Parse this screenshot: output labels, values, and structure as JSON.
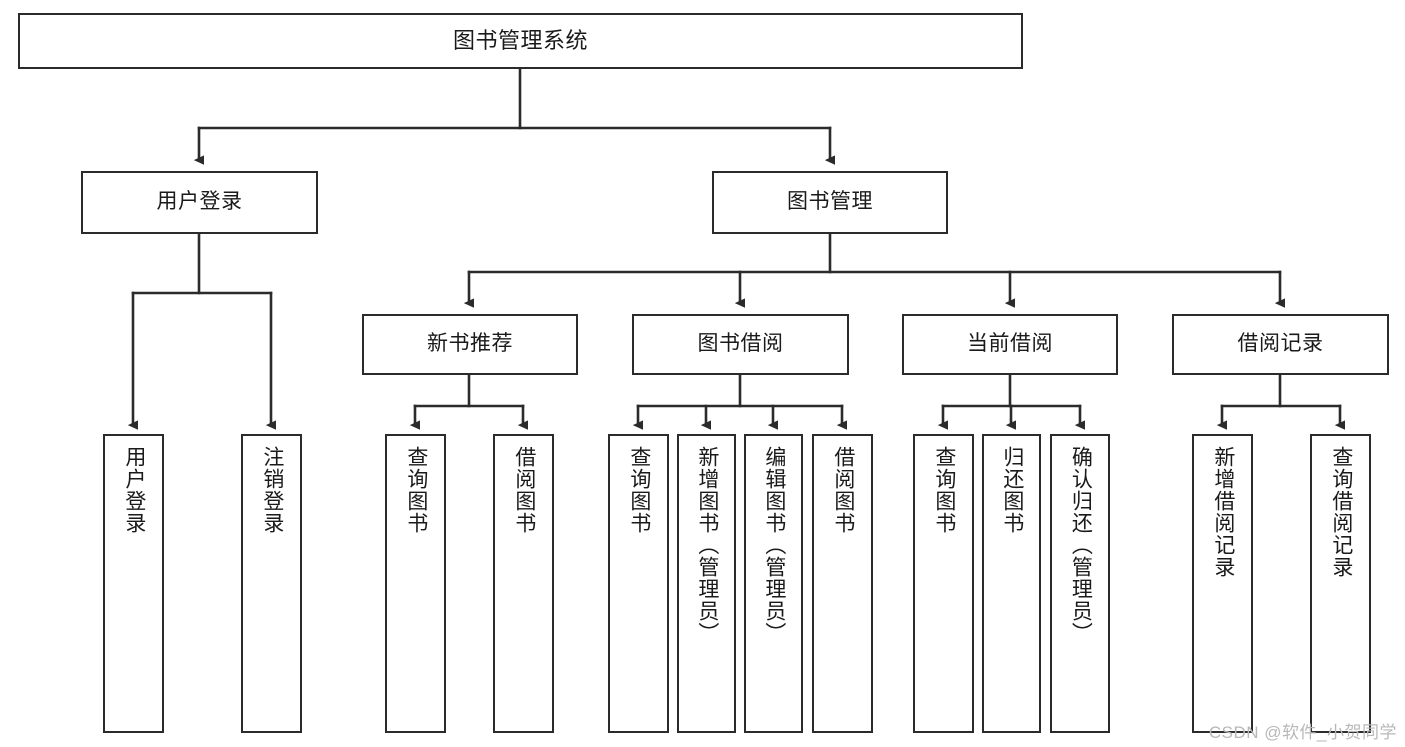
{
  "diagram": {
    "title": "图书管理系统",
    "type": "tree",
    "watermark": "CSDN @软件_小贺同学",
    "colors": {
      "stroke": "#2b2b2b",
      "fill": "#ffffff",
      "text": "#1a1a1a",
      "watermark": "#b8b8b8"
    },
    "nodes": {
      "root": {
        "label": "图书管理系统"
      },
      "level2": [
        {
          "id": "user-login",
          "label": "用户登录"
        },
        {
          "id": "book-manage",
          "label": "图书管理"
        }
      ],
      "level3": [
        {
          "id": "new-book-recommend",
          "label": "新书推荐"
        },
        {
          "id": "book-borrow",
          "label": "图书借阅"
        },
        {
          "id": "current-borrow",
          "label": "当前借阅"
        },
        {
          "id": "borrow-record",
          "label": "借阅记录"
        }
      ],
      "leaves": {
        "user_login": [
          {
            "id": "leaf-user-login",
            "label": "用户登录"
          },
          {
            "id": "leaf-logout-login",
            "label": "注销登录"
          }
        ],
        "new_book_recommend": [
          {
            "id": "leaf-query-book-1",
            "label": "查询图书"
          },
          {
            "id": "leaf-borrow-book-1",
            "label": "借阅图书"
          }
        ],
        "book_borrow": [
          {
            "id": "leaf-query-book-2",
            "label": "查询图书"
          },
          {
            "id": "leaf-add-book",
            "label": "新增图书（管理员）"
          },
          {
            "id": "leaf-edit-book",
            "label": "编辑图书（管理员）"
          },
          {
            "id": "leaf-borrow-book-2",
            "label": "借阅图书"
          }
        ],
        "current_borrow": [
          {
            "id": "leaf-query-book-3",
            "label": "查询图书"
          },
          {
            "id": "leaf-return-book",
            "label": "归还图书"
          },
          {
            "id": "leaf-confirm-return",
            "label": "确认归还（管理员）"
          }
        ],
        "borrow_record": [
          {
            "id": "leaf-add-record",
            "label": "新增借阅记录"
          },
          {
            "id": "leaf-query-record",
            "label": "查询借阅记录"
          }
        ]
      }
    }
  }
}
